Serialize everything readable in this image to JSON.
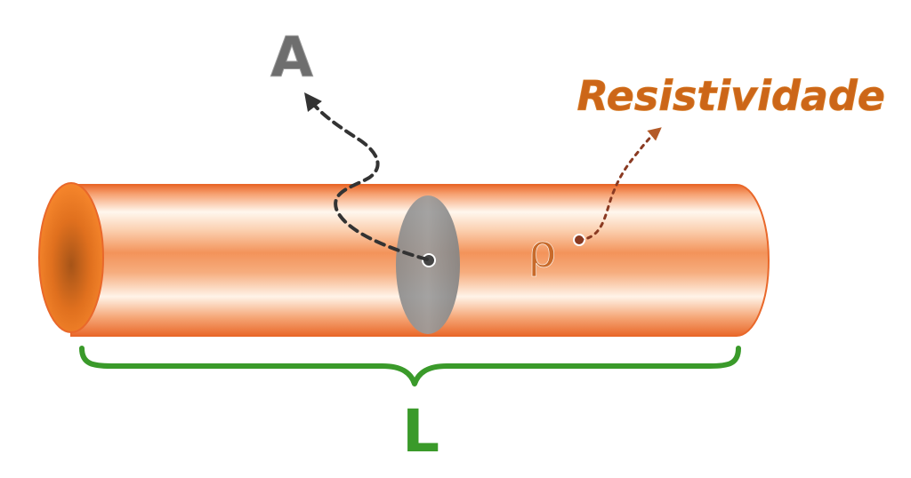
{
  "labels": {
    "area": "A",
    "resistivity": "Resistividade",
    "rho": "ρ",
    "length": "L"
  },
  "colors": {
    "wire": "#f0844a",
    "wire_edge": "#e9682a",
    "wire_highlight": "#fff7ee",
    "end_cap": "#f07a22",
    "end_cap_dark": "#a65418",
    "cross_section": "#8c8c8c",
    "area_label": "#6e6e6e",
    "area_arrow": "#333333",
    "resistivity_label": "#cc6618",
    "resistivity_arrow": "#8a3a22",
    "length_brace": "#3a9a2a"
  },
  "icons": {
    "area_pointer": "dashed-arrow-icon",
    "resistivity_pointer": "dotted-arrow-icon"
  }
}
